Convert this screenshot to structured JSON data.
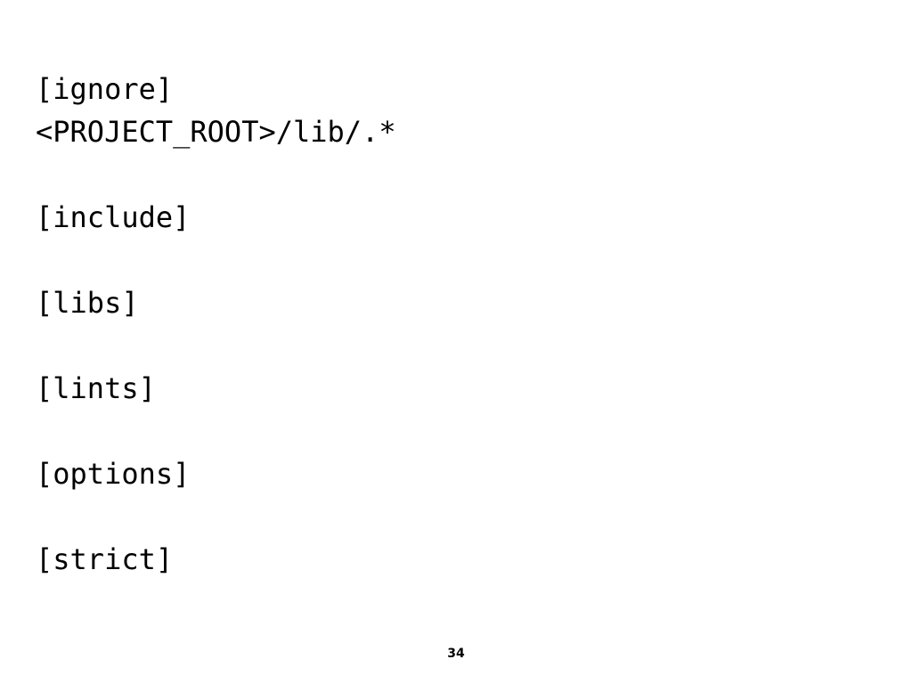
{
  "code": {
    "lines": [
      "[ignore]",
      "<PROJECT_ROOT>/lib/.*",
      "",
      "[include]",
      "",
      "[libs]",
      "",
      "[lints]",
      "",
      "[options]",
      "",
      "[strict]"
    ]
  },
  "page_number": "34"
}
